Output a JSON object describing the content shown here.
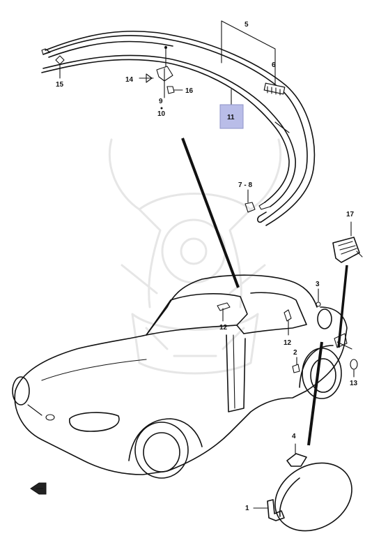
{
  "diagram": {
    "highlight_color": "#b9bde8",
    "callouts": {
      "c1": "1",
      "c2": "2",
      "c3": "3",
      "c4": "4",
      "c5": "5",
      "c6": "6",
      "c78": "7 - 8",
      "c9": "9",
      "c10": "10",
      "c11": "11",
      "c12a": "12",
      "c12b": "12",
      "c13": "13",
      "c14": "14",
      "c15": "15",
      "c16": "16",
      "c17": "17"
    },
    "icons": {
      "watermark": "samurai-helmet-watermark-icon",
      "direction": "front-arrow-icon"
    }
  }
}
